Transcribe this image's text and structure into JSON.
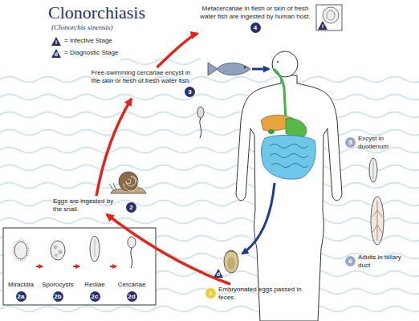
{
  "diagram": {
    "title": "Clonorchiasis",
    "nodes": [
      {
        "text": [
          "Metacercariae in flesh or skin of fresh water fish are ingested by human host.",
          "4"
        ]
      },
      {
        "text": [
          "Free-swimming cercariae encyst in the skin or flesh of fresh water fish.",
          "3"
        ]
      },
      {
        "text": [
          "5",
          "Excyst in duodenum"
        ]
      },
      {
        "text": [
          "Eggs are ingested by the snail.",
          "2"
        ]
      },
      {
        "text": [
          "6",
          "Adults in biliary duct"
        ]
      },
      {
        "text": [
          "1",
          "Embryonated eggs passed in feces."
        ]
      },
      {
        "text": [
          "Miracidia",
          "2a"
        ]
      },
      {
        "text": [
          "Sporocysts",
          "2b"
        ]
      },
      {
        "text": [
          "Rediae",
          "2c"
        ]
      },
      {
        "text": [
          "Cercariae",
          "2d"
        ]
      }
    ],
    "edges": [
      {
        "from": 5,
        "to": 3,
        "arrow": "to"
      },
      {
        "from": 3,
        "to": 1,
        "arrow": "to"
      },
      {
        "from": 1,
        "to": 0,
        "arrow": "to"
      },
      {
        "from": 6,
        "to": 7,
        "arrow": "to"
      },
      {
        "from": 7,
        "to": 8,
        "arrow": "to"
      },
      {
        "from": 8,
        "to": 9,
        "arrow": "to"
      }
    ],
    "labels": [
      "(Clonorchis sinensis)",
      "i",
      "d",
      "i",
      "d"
    ],
    "legend": [
      {
        "text": "= Infective Stage"
      },
      {
        "text": "= Diagnostic Stage"
      }
    ]
  }
}
